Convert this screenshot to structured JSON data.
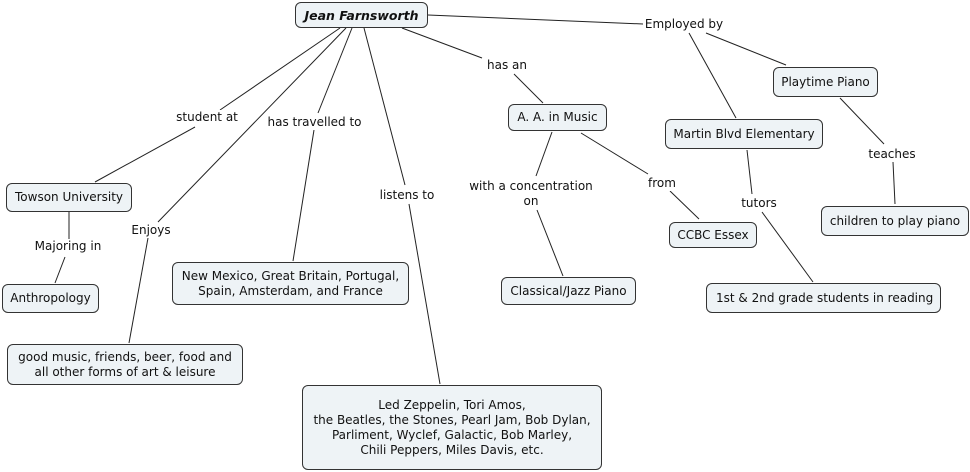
{
  "concept_map": {
    "concepts": {
      "root": "Jean Farnsworth",
      "towson": "Towson University",
      "anthropology": "Anthropology",
      "enjoys_list": "good music, friends, beer, food and\nall other forms of art & leisure",
      "travel_list": "New Mexico, Great Britain, Portugal,\nSpain, Amsterdam, and France",
      "music_list": "Led Zeppelin, Tori Amos,\nthe Beatles, the Stones, Pearl Jam, Bob Dylan,\nParliment, Wyclef, Galactic, Bob Marley,\nChili Peppers, Miles Davis, etc.",
      "degree": "A. A. in Music",
      "piano": "Classical/Jazz Piano",
      "ccbc": "CCBC Essex",
      "martin": "Martin Blvd Elementary",
      "playtime": "Playtime Piano",
      "children": "children to play piano",
      "students": "1st & 2nd grade students in reading"
    },
    "link_labels": {
      "student_at": "student at",
      "majoring_in": "Majoring in",
      "enjoys": "Enjoys",
      "has_travelled_to": "has travelled to",
      "listens_to": "listens to",
      "has_an": "has an",
      "with_concentration": "with a concentration\non",
      "from": "from",
      "employed_by": "Employed by",
      "tutors": "tutors",
      "teaches": "teaches"
    }
  }
}
